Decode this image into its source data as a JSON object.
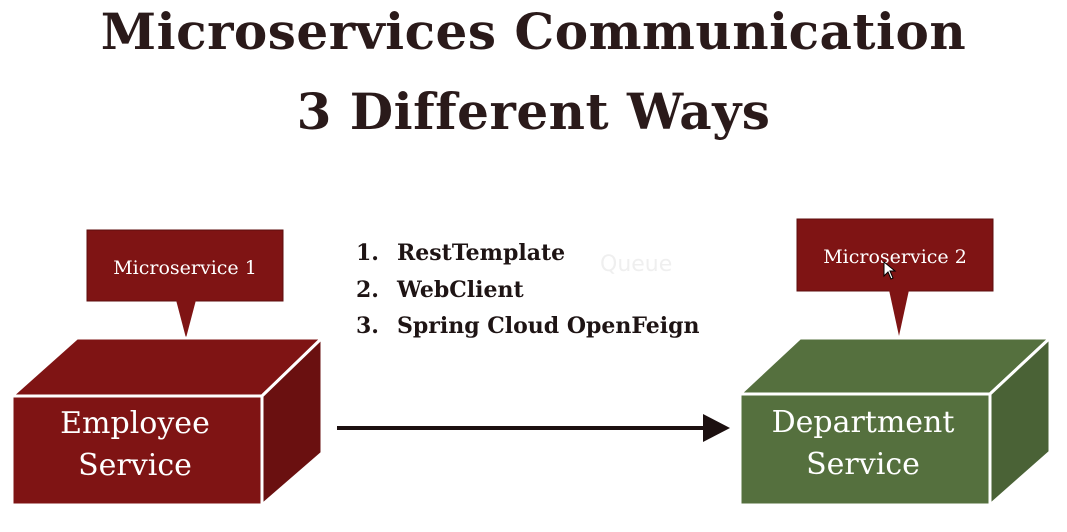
{
  "title": {
    "line1": "Microservices Communication",
    "line2": "3 Different Ways"
  },
  "left_service": {
    "callout": "Microservice 1",
    "label_line1": "Employee",
    "label_line2": "Service",
    "color": "#7f1414"
  },
  "right_service": {
    "callout": "Microservice 2",
    "label_line1": "Department",
    "label_line2": "Service",
    "color": "#55703e"
  },
  "ways": [
    {
      "number": "1.",
      "label": "RestTemplate"
    },
    {
      "number": "2.",
      "label": "WebClient"
    },
    {
      "number": "3.",
      "label": "Spring Cloud OpenFeign"
    }
  ],
  "watermark": "Queue",
  "arrow": {
    "from": "Employee Service",
    "to": "Department Service",
    "icon": "arrow-right-icon"
  },
  "cursor_icon": "mouse-pointer-icon"
}
